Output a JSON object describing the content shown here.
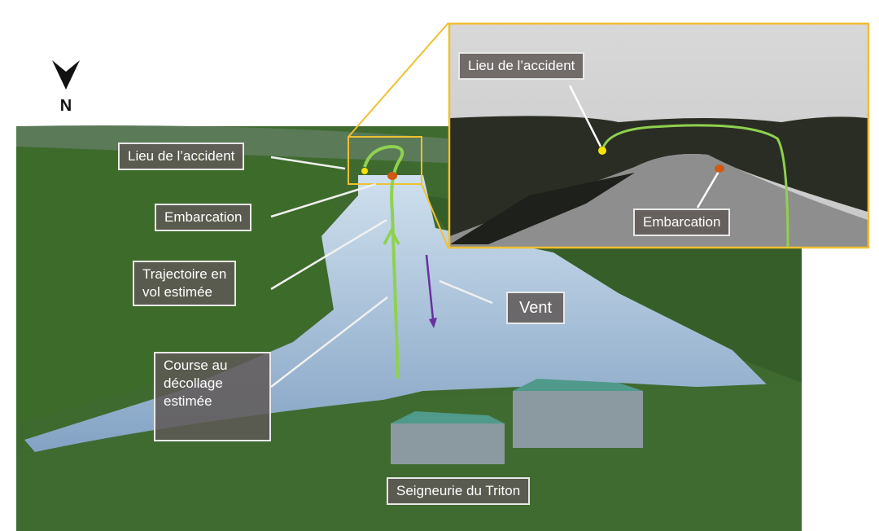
{
  "compass": {
    "label": "N",
    "icon": "north-arrow-icon"
  },
  "labels": {
    "accident_site": "Lieu de l’accident",
    "boat": "Embarcation",
    "flight_path": [
      "Trajectoire en",
      "vol estimée"
    ],
    "takeoff_run": [
      "Course au",
      "décollage",
      "estimée"
    ],
    "wind": "Vent",
    "lodge": "Seigneurie du Triton"
  },
  "inset": {
    "accident_site": "Lieu de l’accident",
    "boat": "Embarcation"
  },
  "colors": {
    "trajectory": "#8fd14f",
    "accident_marker": "#f5e400",
    "boat_marker": "#d05a10",
    "wind_arrow": "#6a2fa0",
    "inset_frame": "#f0c030"
  }
}
